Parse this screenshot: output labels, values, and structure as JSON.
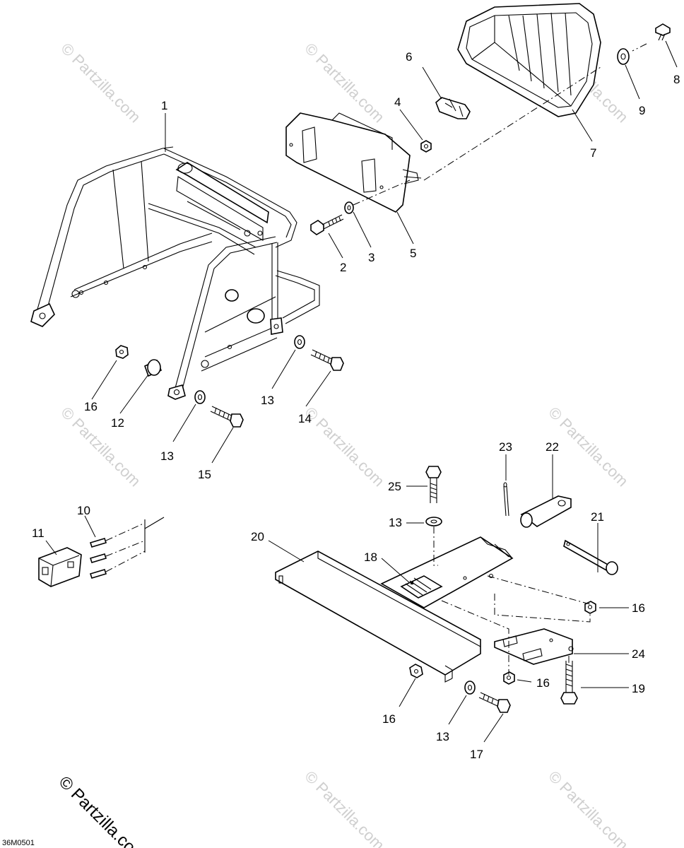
{
  "diagram_code": "36M0501",
  "watermark": "© Partzilla.com",
  "callouts": {
    "c1": "1",
    "c2": "2",
    "c3": "3",
    "c4": "4",
    "c5": "5",
    "c6": "6",
    "c7": "7",
    "c8": "8",
    "c9": "9",
    "c10": "10",
    "c11": "11",
    "c12": "12",
    "c13a": "13",
    "c13b": "13",
    "c13c": "13",
    "c13d": "13",
    "c14": "14",
    "c15": "15",
    "c16a": "16",
    "c16b": "16",
    "c16c": "16",
    "c16d": "16",
    "c17": "17",
    "c18": "18",
    "c19": "19",
    "c20": "20",
    "c21": "21",
    "c22": "22",
    "c23": "23",
    "c24": "24",
    "c25": "25"
  }
}
